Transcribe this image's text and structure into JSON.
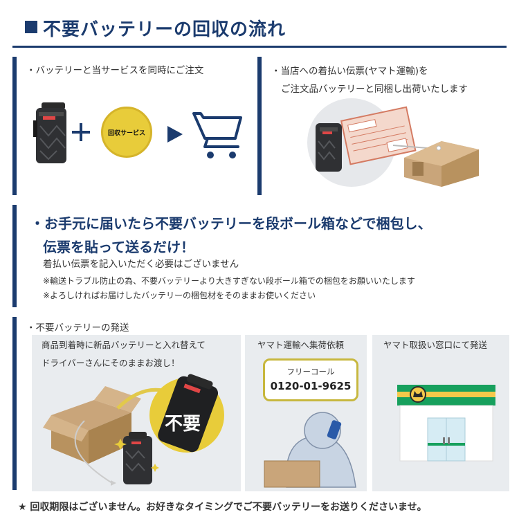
{
  "title": "不要バッテリーの回収の流れ",
  "step1": {
    "heading": "・バッテリーと当サービスを同時にご注文",
    "badge_label": "回収サービス",
    "icons": [
      "battery-icon",
      "plus-icon",
      "service-badge-icon",
      "arrow-right-icon",
      "shopping-cart-icon"
    ]
  },
  "step2": {
    "heading_line1": "・当店への着払い伝票(ヤマト運輸)を",
    "heading_line2": "ご注文品バッテリーと同梱し出荷いたします",
    "icons": [
      "battery-icon",
      "shipping-slip-icon",
      "cardboard-box-icon"
    ]
  },
  "step3": {
    "big_line1": "・お手元に届いたら不要バッテリーを段ボール箱などで梱包し、",
    "big_line2": "伝票を貼って送るだけ！",
    "sub": "着払い伝票を記入いただく必要はございません",
    "note1": "※輸送トラブル防止の為、不要バッテリーより大きすぎない段ボール箱での梱包をお願いいたします",
    "note2": "※よろしければお届けしたバッテリーの梱包材をそのままお使いください"
  },
  "step4": {
    "heading": "・不要バッテリーの発送",
    "panel1_line1": "商品到着時に新品バッテリーと入れ替えて",
    "panel1_line2": "ドライバーさんにそのままお渡し！",
    "panel1_stamp": "不要",
    "panel2_title": "ヤマト運輸へ集荷依頼",
    "phone_label": "フリーコール",
    "phone_number": "0120-01-9625",
    "panel3_title": "ヤマト取扱い窓口にて発送"
  },
  "footer": "★ 回収期限はございません。お好きなタイミングでご不要バッテリーをお送りくださいませ。",
  "colors": {
    "navy": "#1b3b6e",
    "panel_gray": "#e9ecef",
    "badge_yellow": "#e8cc3a",
    "cardboard": "#c9a57a",
    "store_green": "#17a05d"
  }
}
